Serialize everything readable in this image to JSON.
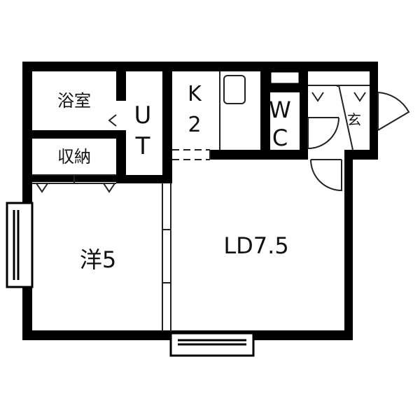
{
  "rooms": {
    "bath": "浴室",
    "storage": "収納",
    "ut_u": "U",
    "ut_t": "T",
    "kitchen_k": "K",
    "kitchen_num": "2",
    "wc_w": "W",
    "wc_c": "C",
    "entrance": "玄",
    "western": "洋5",
    "living": "LD7.5"
  },
  "colors": {
    "wall": "#000000",
    "line": "#222222",
    "background": "#ffffff"
  }
}
